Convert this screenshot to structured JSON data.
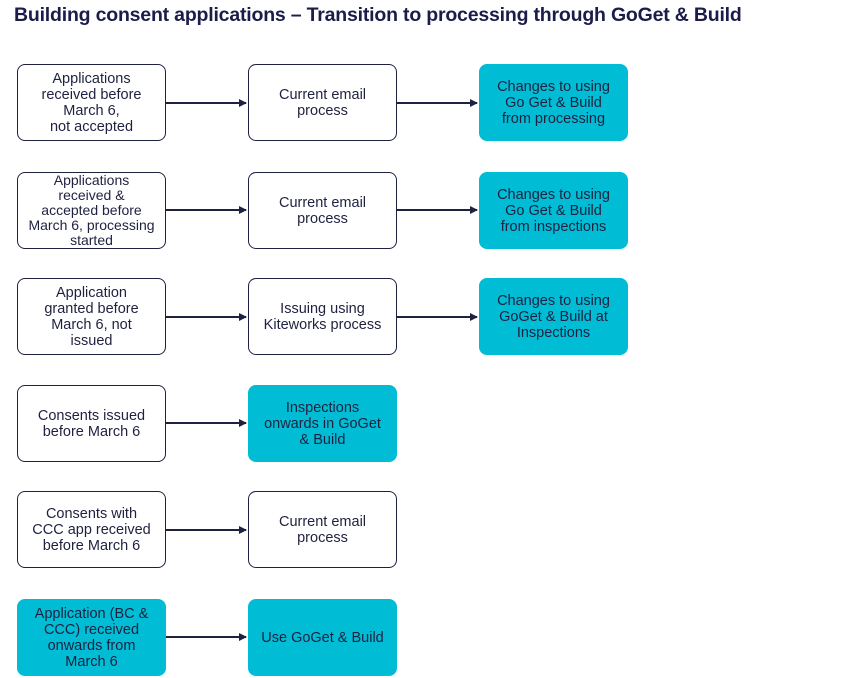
{
  "title": "Building consent applications – Transition to processing through GoGet & Build",
  "colors": {
    "dark": "#1f2140",
    "title": "#1b1c4a",
    "accent": "#00bcd4"
  },
  "rows": [
    {
      "nodes": [
        {
          "text": "Applications\nreceived before\nMarch 6,\nnot  accepted",
          "style": "outline"
        },
        {
          "text": "Current email\nprocess",
          "style": "outline"
        },
        {
          "text": "Changes to using\nGo Get & Build\nfrom processing",
          "style": "filled"
        }
      ]
    },
    {
      "nodes": [
        {
          "text": "Applications\nreceived &\naccepted before\nMarch 6, processing\nstarted",
          "style": "outline"
        },
        {
          "text": "Current email\nprocess",
          "style": "outline"
        },
        {
          "text": "Changes to using\nGo Get & Build\nfrom inspections",
          "style": "filled"
        }
      ]
    },
    {
      "nodes": [
        {
          "text": "Application\ngranted before\nMarch 6, not\nissued",
          "style": "outline"
        },
        {
          "text": "Issuing using\nKiteworks process",
          "style": "outline"
        },
        {
          "text": "Changes to using\nGoGet & Build at\nInspections",
          "style": "filled"
        }
      ]
    },
    {
      "nodes": [
        {
          "text": "Consents issued\nbefore March 6",
          "style": "outline"
        },
        {
          "text": "Inspections\nonwards in GoGet\n& Build",
          "style": "filled"
        }
      ]
    },
    {
      "nodes": [
        {
          "text": "Consents with\nCCC app received\nbefore March 6",
          "style": "outline"
        },
        {
          "text": "Current email\nprocess",
          "style": "outline"
        }
      ]
    },
    {
      "nodes": [
        {
          "text": "Application (BC &\nCCC)  received\nonwards from\nMarch 6",
          "style": "filled"
        },
        {
          "text": "Use GoGet & Build",
          "style": "filled"
        }
      ]
    }
  ]
}
